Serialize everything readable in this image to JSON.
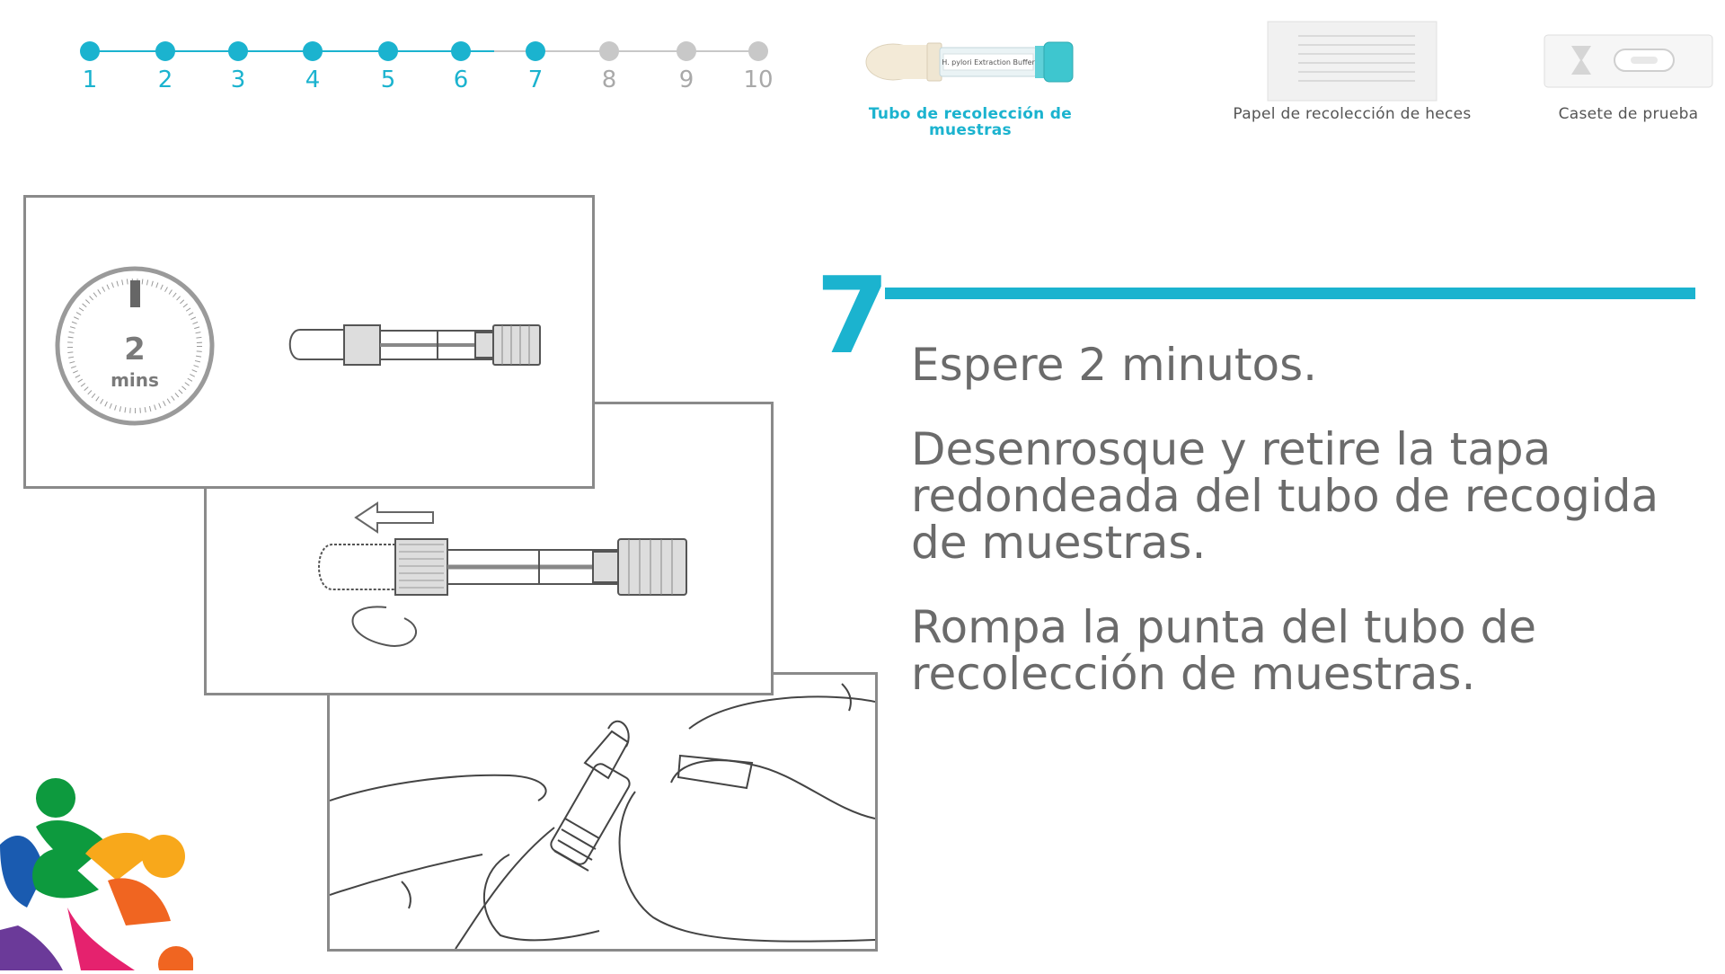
{
  "stepper": {
    "current": 7,
    "steps": [
      "1",
      "2",
      "3",
      "4",
      "5",
      "6",
      "7",
      "8",
      "9",
      "10"
    ]
  },
  "kit": {
    "tube": {
      "label": "Tubo de recolección de muestras",
      "print": "H. pylori Extraction Buffer"
    },
    "paper": {
      "label": "Papel de recolección de heces"
    },
    "cassette": {
      "label": "Casete de prueba"
    }
  },
  "illustrations": {
    "timer": {
      "value": "2",
      "unit": "mins"
    }
  },
  "instruction": {
    "number": "7",
    "paragraphs": [
      "Espere 2 minutos.",
      "Desenrosque y retire la tapa redondeada del tubo de recogida de muestras.",
      "Rompa la punta del tubo de recolección de muestras."
    ]
  },
  "colors": {
    "accent": "#1bb3cf",
    "inactive": "#c8c8c8",
    "text": "#6b6b6b"
  }
}
